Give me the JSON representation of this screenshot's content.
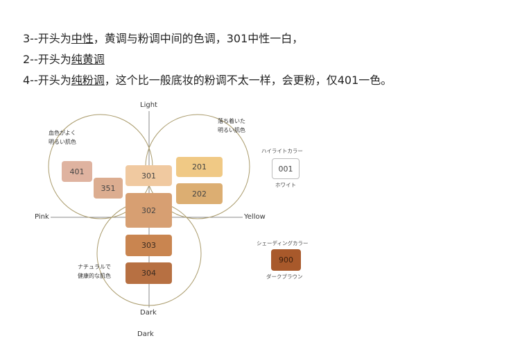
{
  "notes": {
    "line3": {
      "prefix": "3--开头为",
      "emph": "中性",
      "rest": "，黄调与粉调中间的色调，301中性一白，"
    },
    "line2": {
      "prefix": "2--开头为",
      "emph": "纯黄调"
    },
    "line4": {
      "prefix": "4--开头为",
      "emph": "纯粉调",
      "rest": "，这个比一般底妆的粉调不太一样，会更粉，仅401一色。"
    }
  },
  "axes": {
    "top": "Light",
    "bottom": "Dark",
    "left": "Pink",
    "right": "Yellow"
  },
  "regions": {
    "top_left": [
      "血色がよく",
      "明るい肌色"
    ],
    "top_right": [
      "落ち着いた",
      "明るい肌色"
    ],
    "bottom": [
      "ナチュラルで",
      "健康的な肌色"
    ]
  },
  "swatches": [
    {
      "code": "401",
      "color": "#dfb3a0"
    },
    {
      "code": "351",
      "color": "#dcad90"
    },
    {
      "code": "301",
      "color": "#f0c9a0"
    },
    {
      "code": "302",
      "color": "#d79f72"
    },
    {
      "code": "303",
      "color": "#c98550"
    },
    {
      "code": "304",
      "color": "#b77042"
    },
    {
      "code": "201",
      "color": "#f0c985"
    },
    {
      "code": "202",
      "color": "#dcae72"
    }
  ],
  "highlight": {
    "title": "ハイライトカラー",
    "code": "001",
    "caption": "ホワイト",
    "color": "#ffffff"
  },
  "shading": {
    "title": "シェーディングカラー",
    "code": "900",
    "caption": "ダークブラウン",
    "color": "#a8592b"
  },
  "stray_text": "Dark"
}
